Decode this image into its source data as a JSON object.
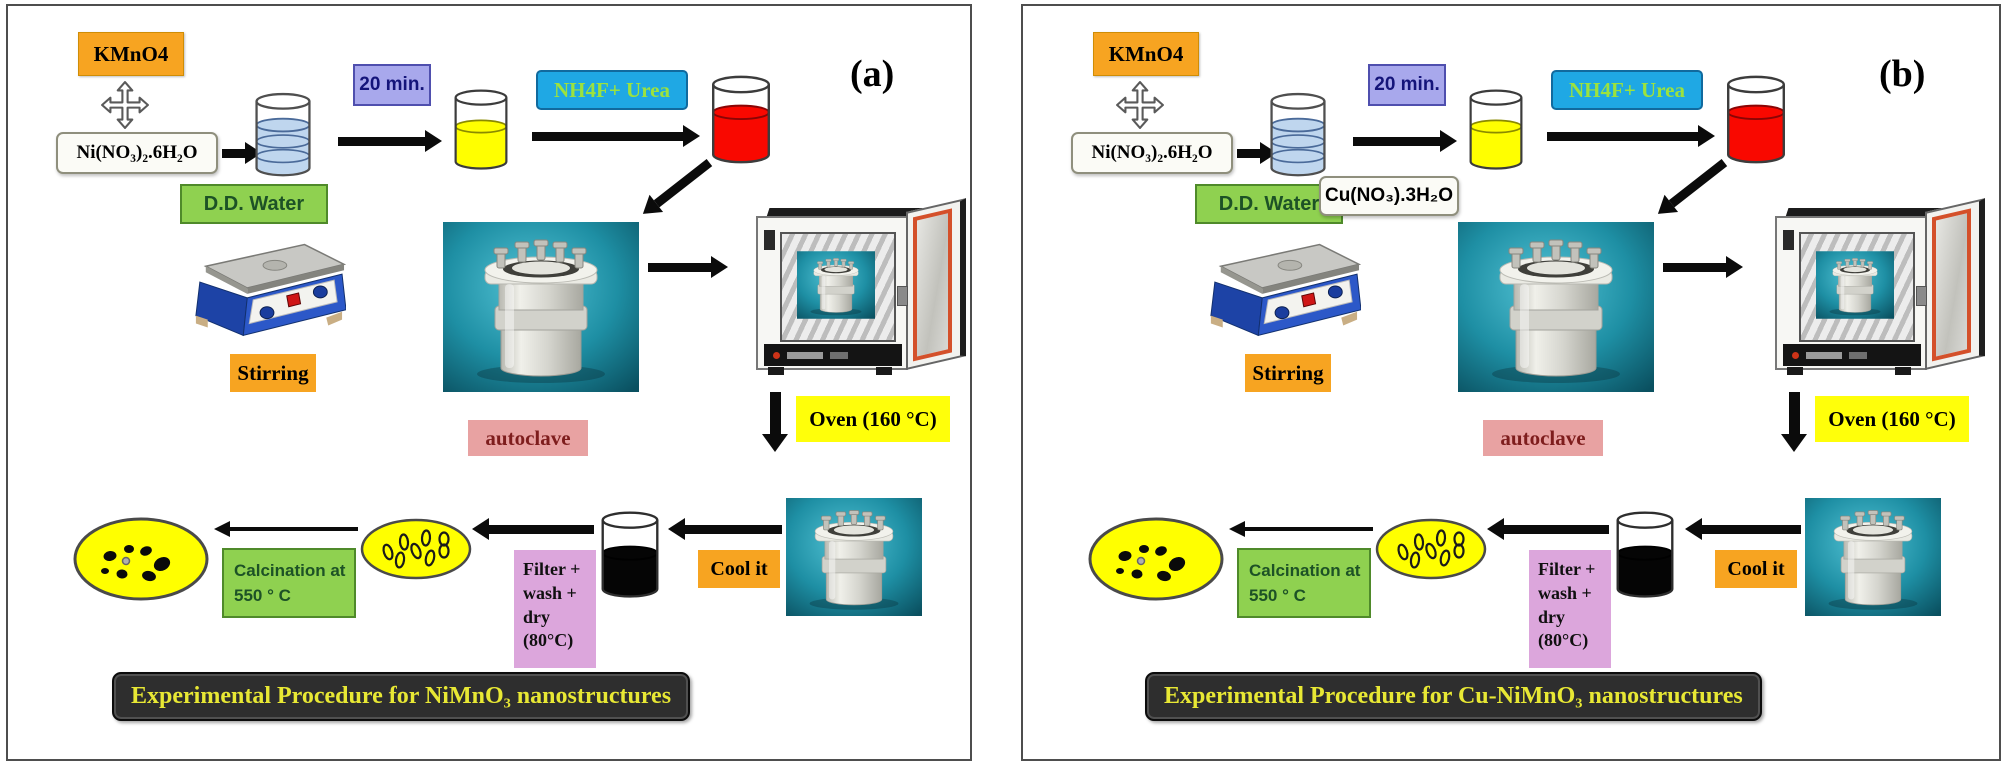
{
  "figure": {
    "type": "experimental-procedure-flow-diagram",
    "panel_count": 2
  },
  "colors": {
    "orange": "#F7A421",
    "lavender": "#A8A8EC",
    "cyan": "#1FA8E4",
    "green": "#8FD150",
    "pink": "#E8A2A2",
    "yellow": "#FFFF0A",
    "lilac": "#DCA6DC",
    "white_box": "#FBFBF6",
    "banner_bg": "#2E2E2E",
    "banner_text": "#E8E834",
    "liquid_blue": "#BFD6EE",
    "liquid_yellow": "#FFFF00",
    "liquid_red": "#F90800",
    "liquid_black": "#050505",
    "photo_teal": "#1E8FA4"
  },
  "labels": {
    "kmno4": "KMnO4",
    "nickel": "Ni(NO₃)₂.6H₂O",
    "cu": "Cu(NO₃).3H₂O",
    "dd_water": "D.D. Water",
    "min20": "20 min.",
    "nh4f": "NH4F+ Urea",
    "stirring": "Stirring",
    "autoclave": "autoclave",
    "oven": "Oven (160 °C)",
    "cool": "Cool it",
    "filter": "Filter +\nwash +\ndry\n(80°C)",
    "calcination": "Calcination at\n550 ° C"
  },
  "panels": [
    {
      "letter": "(a)",
      "title": "Experimental Procedure for NiMnO₃ nanostructures"
    },
    {
      "letter": "(b)",
      "title": "Experimental Procedure for Cu-NiMnO₃ nanostructures"
    }
  ],
  "icons": {
    "mix_icon": "four-way-move-arrows",
    "beaker_blue": "beaker-with-blue-solution",
    "beaker_yellow": "beaker-with-yellow-solution",
    "beaker_red": "beaker-with-red-solution",
    "beaker_black": "beaker-with-black-precipitate",
    "stirrer_photo": "magnetic-stirrer-hotplate",
    "autoclave_photo": "stainless-steel-autoclave",
    "oven_photo": "laboratory-oven-with-autoclave-inside",
    "rod_ellipse": "nanorod-product-sketch",
    "dot_ellipse": "nanoparticle-product-sketch"
  }
}
